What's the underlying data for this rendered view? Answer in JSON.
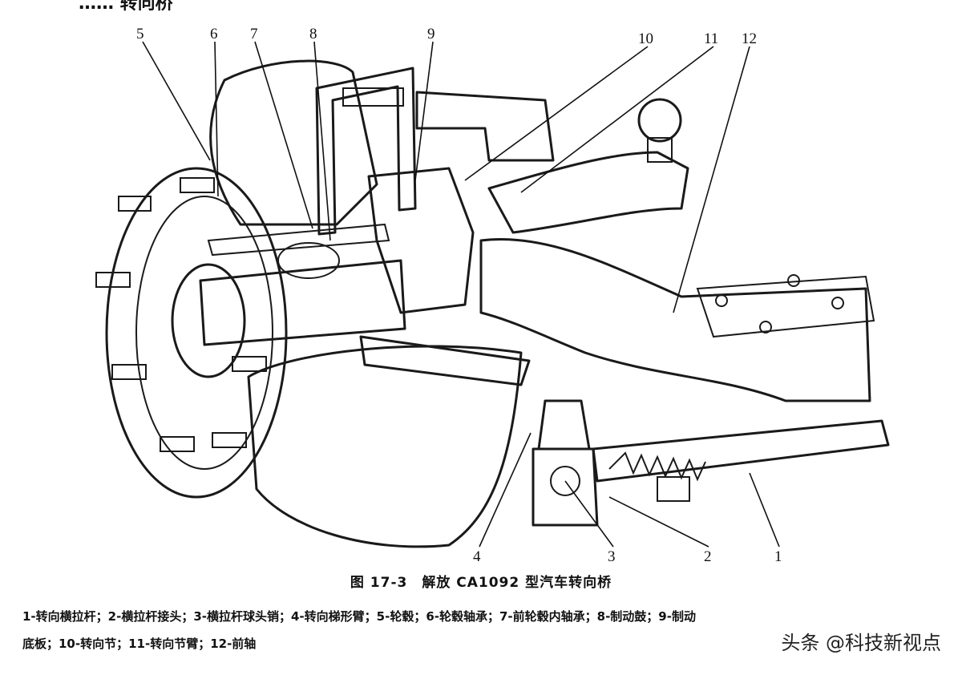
{
  "top_text_cropped": "…… 转向桥",
  "figure_caption": "图 17-3　解放 CA1092 型汽车转向桥",
  "callouts": [
    "1",
    "2",
    "3",
    "4",
    "5",
    "6",
    "7",
    "8",
    "9",
    "10",
    "11",
    "12"
  ],
  "legend": {
    "line1": "1-转向横拉杆；2-横拉杆接头；3-横拉杆球头销；4-转向梯形臂；5-轮毂；6-轮毂轴承；7-前轮毂内轴承；8-制动鼓；9-制动",
    "line2": "底板；10-转向节；11-转向节臂；12-前轴"
  },
  "watermark": "头条 @科技新视点"
}
